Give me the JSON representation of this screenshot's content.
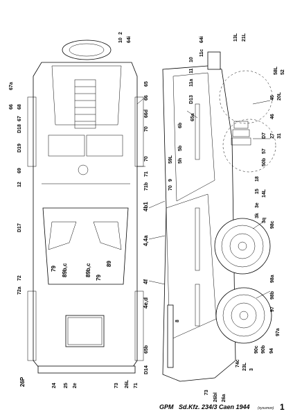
{
  "footer": {
    "brand": "GPM",
    "title": "Sd.Kfz. 234/3 Caen 1944",
    "credit": "(sysumon)",
    "page": "1"
  },
  "top_view": {
    "left_labels": [
      "67a",
      "66",
      "68",
      "67",
      "D18",
      "D19",
      "69",
      "12",
      "D17",
      "72a",
      "72",
      "26P"
    ],
    "top_labels": [
      "2",
      "10",
      "64i"
    ],
    "right_labels": [
      "66",
      "65",
      "70",
      "66d",
      "70",
      "71",
      "71b",
      "4b1",
      "4,4a",
      "4f",
      "4e,d",
      "65b",
      "D14"
    ],
    "center_labels": [
      "79",
      "89b,c",
      "89b,c",
      "79",
      "89"
    ],
    "bottom_labels": [
      "24",
      "25",
      "2e",
      "73",
      "26L",
      "71"
    ]
  },
  "side_view": {
    "top_labels": [
      "10",
      "11",
      "11a",
      "D13",
      "64i",
      "11c",
      "13L",
      "21L"
    ],
    "inner_labels": [
      "65a",
      "6b",
      "5b",
      "5h",
      "59L",
      "9",
      "70",
      "8"
    ],
    "right_labels": [
      "58L",
      "52",
      "45",
      "20L",
      "46",
      "D7",
      "27",
      "31",
      "18",
      "50b",
      "57",
      "15",
      "14L",
      "3e",
      "3k",
      "3q",
      "98c",
      "98a",
      "98b",
      "97",
      "90c",
      "90b",
      "94",
      "97a",
      "74c",
      "23L",
      "3",
      "73",
      "26bl",
      "26a"
    ]
  }
}
